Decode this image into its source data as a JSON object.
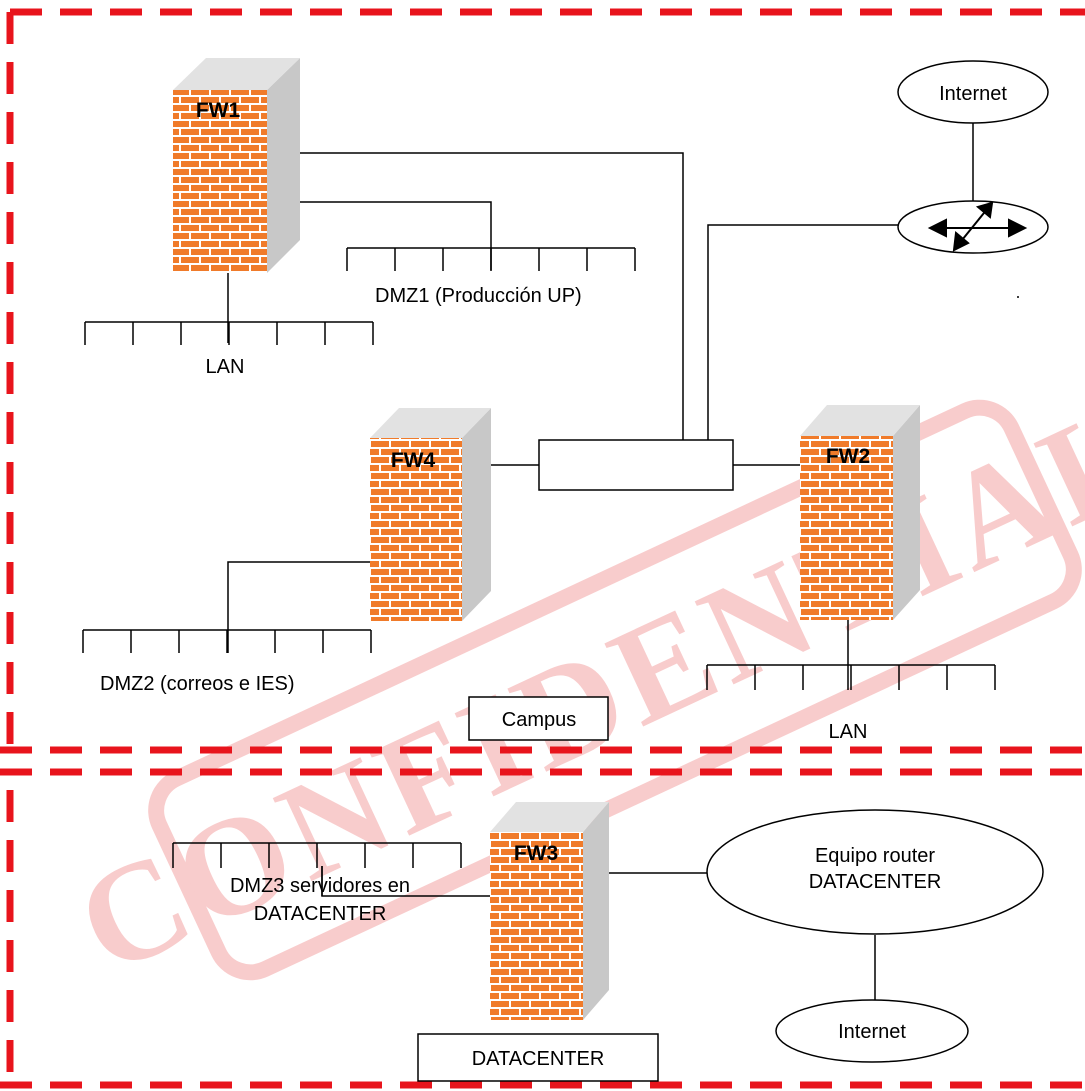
{
  "diagram": {
    "firewalls": {
      "fw1": "FW1",
      "fw2": "FW2",
      "fw3": "FW3",
      "fw4": "FW4"
    },
    "labels": {
      "internet_top": "Internet",
      "internet_bottom": "Internet",
      "dmz1": "DMZ1 (Producción UP)",
      "lan_top": "LAN",
      "lan_right": "LAN",
      "dmz2": "DMZ2 (correos e IES)",
      "campus": "Campus",
      "router_line1": "Equipo router",
      "router_line2": "DATACENTER",
      "dmz3_line1": "DMZ3 servidores en",
      "dmz3_line2": "DATACENTER",
      "datacenter": "DATACENTER",
      "stamp": "CONFIDENTIAL"
    },
    "colors": {
      "border_dash": "#e8141c",
      "brick": "#f07b2a",
      "mortar": "#ffffff",
      "tower_side": "#c8c8c8",
      "stamp": "#e84a4a"
    }
  }
}
